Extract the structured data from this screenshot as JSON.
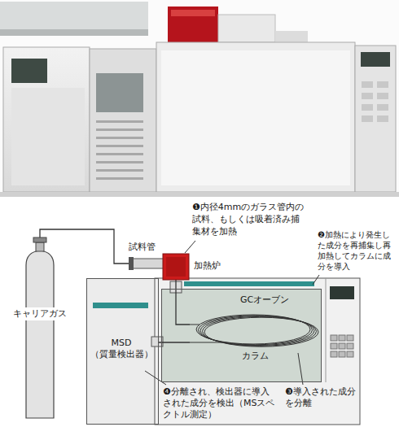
{
  "diagram": {
    "nodes": [
      {
        "text": [
          "キャリアガス"
        ]
      },
      {
        "text": [
          "試料管"
        ]
      },
      {
        "text": [
          "加熱炉"
        ]
      },
      {
        "text": [
          "GCオーブン"
        ]
      },
      {
        "text": [
          "カラム"
        ],
        "in": 3
      },
      {
        "text": [
          "MSD （質量検出器）"
        ]
      }
    ],
    "edges": [
      {
        "from": 0,
        "to": 1,
        "arrow": "none"
      },
      {
        "from": 2,
        "to": 4,
        "arrow": "none"
      },
      {
        "from": 4,
        "to": 5,
        "arrow": "none"
      }
    ],
    "labels": [
      "❶内径4mmのガラス管内の試料、もしくは吸着済み捕集材を加熱",
      "❷加熱により発生した成分を再捕集し再加熱してカラムに成分を導入",
      "❸導入された成分を分離",
      "❹分離され、検出器に導入された成分を検出（MSスペクトル測定）"
    ]
  }
}
